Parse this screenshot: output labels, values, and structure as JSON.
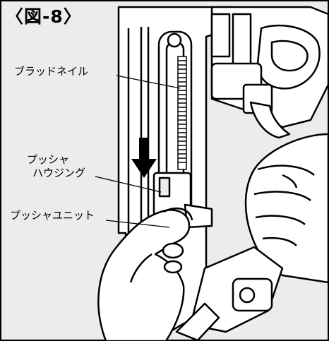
{
  "figure_label": "〈図-8〉",
  "labels": {
    "brad_nail": "ブラッドネイル",
    "pusher_housing_line1": "プッシャ",
    "pusher_housing_line2": "ハウジング",
    "pusher_unit": "プッシャユニット"
  },
  "colors": {
    "background": "#ececec",
    "line": "#000000",
    "fill": "#ffffff"
  },
  "icons": {
    "direction_arrow": "down-arrow-icon"
  }
}
